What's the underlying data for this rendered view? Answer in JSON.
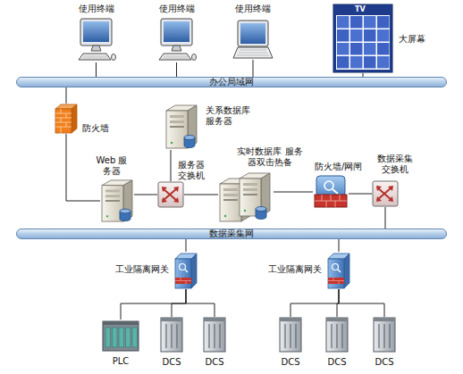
{
  "diagram": {
    "nodes": [
      {
        "text": [
          "使用终端"
        ]
      },
      {
        "text": [
          "使用终端"
        ]
      },
      {
        "text": [
          "使用终端"
        ]
      },
      {
        "text": [
          "大屏幕"
        ]
      },
      {
        "text": [
          "办公局域网"
        ]
      },
      {
        "text": [
          "防火墙"
        ]
      },
      {
        "text": [
          "关系数据库 服务器"
        ]
      },
      {
        "text": [
          "Web 服务器"
        ]
      },
      {
        "text": [
          "服务器 交换机"
        ]
      },
      {
        "text": [
          "实时数据库 服务器双击热备"
        ]
      },
      {
        "text": [
          "防火墙/网闸"
        ]
      },
      {
        "text": [
          "数据采集 交换机"
        ]
      },
      {
        "text": [
          "数据采集网"
        ]
      },
      {
        "text": [
          "工业隔离网关"
        ]
      },
      {
        "text": [
          "工业隔离网关"
        ]
      },
      {
        "text": [
          "PLC"
        ]
      },
      {
        "text": [
          "DCS"
        ]
      },
      {
        "text": [
          "DCS"
        ]
      },
      {
        "text": [
          "DCS"
        ]
      },
      {
        "text": [
          "DCS"
        ]
      },
      {
        "text": [
          "DCS"
        ]
      }
    ],
    "edges": [
      {
        "from": 0,
        "to": 4,
        "arrow": "none"
      },
      {
        "from": 1,
        "to": 4,
        "arrow": "none"
      },
      {
        "from": 2,
        "to": 4,
        "arrow": "none"
      },
      {
        "from": 3,
        "to": 4,
        "arrow": "none"
      },
      {
        "from": 4,
        "to": 5,
        "arrow": "none"
      },
      {
        "from": 5,
        "to": 7,
        "arrow": "none"
      },
      {
        "from": 7,
        "to": 8,
        "arrow": "none"
      },
      {
        "from": 6,
        "to": 8,
        "arrow": "none"
      },
      {
        "from": 8,
        "to": 9,
        "arrow": "none"
      },
      {
        "from": 9,
        "to": 10,
        "arrow": "none"
      },
      {
        "from": 10,
        "to": 11,
        "arrow": "none"
      },
      {
        "from": 11,
        "to": 12,
        "arrow": "none"
      },
      {
        "from": 12,
        "to": 13,
        "arrow": "none"
      },
      {
        "from": 12,
        "to": 14,
        "arrow": "none"
      },
      {
        "from": 13,
        "to": 15,
        "arrow": "none"
      },
      {
        "from": 13,
        "to": 16,
        "arrow": "none"
      },
      {
        "from": 13,
        "to": 17,
        "arrow": "none"
      },
      {
        "from": 14,
        "to": 18,
        "arrow": "none"
      },
      {
        "from": 14,
        "to": 19,
        "arrow": "none"
      },
      {
        "from": 14,
        "to": 20,
        "arrow": "none"
      }
    ],
    "labels": [
      "TV"
    ]
  }
}
